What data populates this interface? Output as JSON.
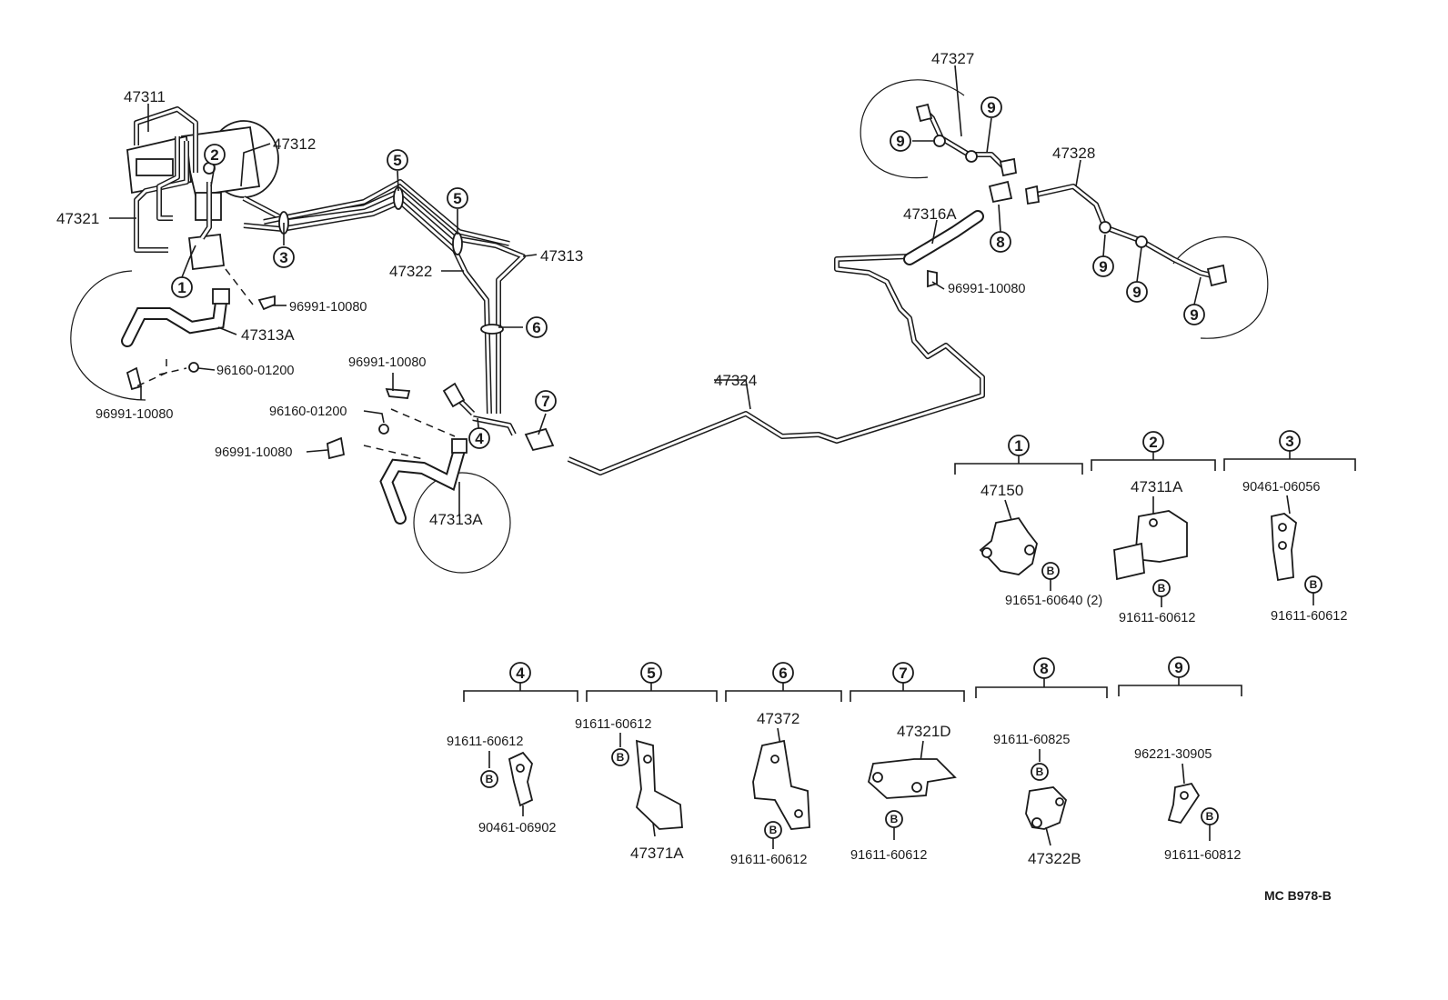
{
  "main_labels": {
    "l47311": "47311",
    "l47312": "47312",
    "l47321": "47321",
    "l47313": "47313",
    "l47322": "47322",
    "l47313A_1": "47313A",
    "l47313A_2": "47313A",
    "l47324": "47324",
    "l47327": "47327",
    "l47328": "47328",
    "l47316A": "47316A",
    "c96991_1": "96991-10080",
    "c96991_2": "96991-10080",
    "c96991_3": "96991-10080",
    "c96991_4": "96991-10080",
    "c96991_5": "96991-10080",
    "c96160_1": "96160-01200",
    "c96160_2": "96160-01200"
  },
  "callout_numbers": [
    "1",
    "2",
    "3",
    "4",
    "5",
    "6",
    "7",
    "8",
    "9"
  ],
  "bolt_symbol": "B",
  "detail_groups": [
    {
      "id": "1",
      "parts": [
        "47150"
      ],
      "bolts": [
        "91651-60640 (2)"
      ]
    },
    {
      "id": "2",
      "parts": [
        "47311A"
      ],
      "bolts": [
        "91611-60612"
      ]
    },
    {
      "id": "3",
      "parts": [
        "90461-06056"
      ],
      "bolts": [
        "91611-60612"
      ]
    },
    {
      "id": "4",
      "parts": [
        "91611-60612",
        "90461-06902"
      ],
      "bolts": []
    },
    {
      "id": "5",
      "parts": [
        "91611-60612",
        "47371A"
      ],
      "bolts": []
    },
    {
      "id": "6",
      "parts": [
        "47372"
      ],
      "bolts": [
        "91611-60612"
      ]
    },
    {
      "id": "7",
      "parts": [
        "47321D"
      ],
      "bolts": [
        "91611-60612"
      ]
    },
    {
      "id": "8",
      "parts": [
        "91611-60825",
        "47322B"
      ],
      "bolts": []
    },
    {
      "id": "9",
      "parts": [
        "96221-30905"
      ],
      "bolts": [
        "91611-60812"
      ]
    }
  ],
  "diagram_code": "MC B978-B"
}
